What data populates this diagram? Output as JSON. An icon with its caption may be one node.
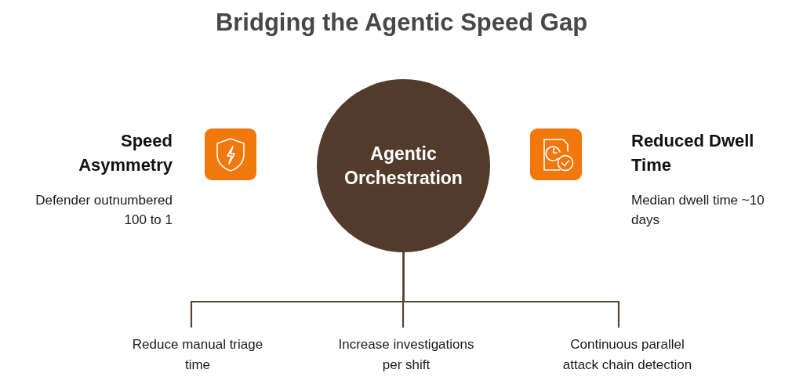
{
  "diagram": {
    "title": "Bridging the Agentic Speed Gap",
    "nodes": [
      {
        "text": [
          "Agentic Orchestration"
        ]
      },
      {
        "text": [
          "Reduce manual triage time"
        ]
      },
      {
        "text": [
          "Increase investigations per shift"
        ]
      },
      {
        "text": [
          "Continuous parallel attack chain detection"
        ]
      }
    ],
    "edges": [
      {
        "from": 0,
        "to": 1,
        "arrow": "none"
      },
      {
        "from": 0,
        "to": 2,
        "arrow": "none"
      },
      {
        "from": 0,
        "to": 3,
        "arrow": "none"
      }
    ],
    "labels": [
      "Speed Asymmetry",
      "Defender outnumbered 100 to 1",
      "Reduced Dwell Time",
      "Median dwell time ~10 days"
    ]
  }
}
